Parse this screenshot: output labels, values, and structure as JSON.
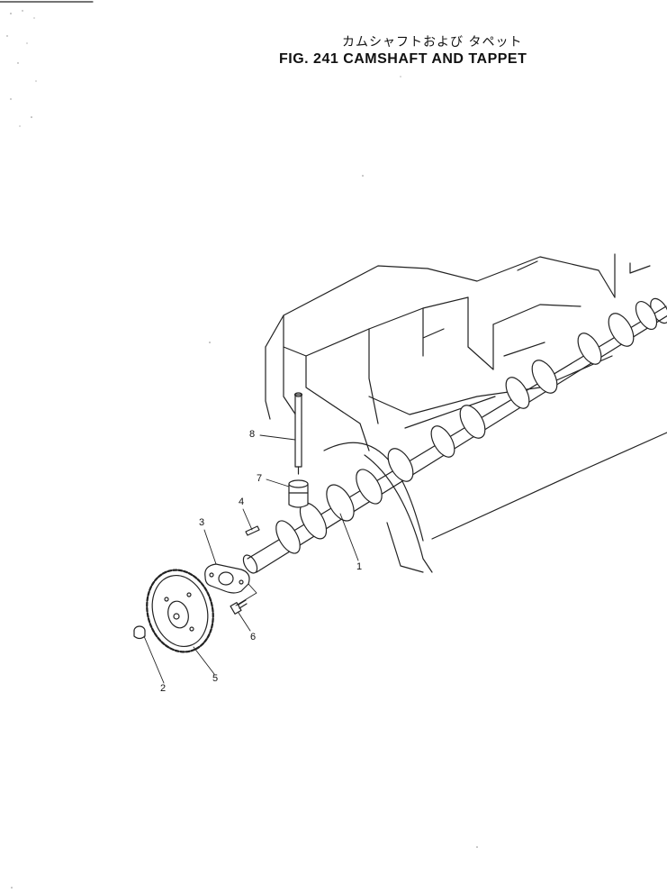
{
  "title": {
    "japanese": "カムシャフトおよび タペット",
    "english": "FIG. 241  CAMSHAFT AND TAPPET"
  },
  "callouts": [
    {
      "id": "1",
      "label": "1"
    },
    {
      "id": "2",
      "label": "2"
    },
    {
      "id": "3",
      "label": "3"
    },
    {
      "id": "4",
      "label": "4"
    },
    {
      "id": "5",
      "label": "5"
    },
    {
      "id": "6",
      "label": "6"
    },
    {
      "id": "7",
      "label": "7"
    },
    {
      "id": "8",
      "label": "8"
    }
  ]
}
